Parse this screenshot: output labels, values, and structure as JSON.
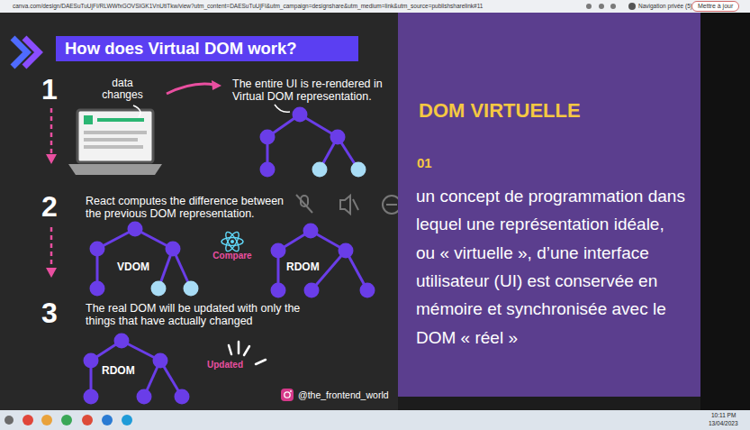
{
  "diagram": {
    "title": "How does Virtual DOM work?",
    "nodes": [
      {
        "text": [
          "Mettre à jour"
        ]
      },
      {
        "text": [
          "DOM VIRTUELLE",
          "01",
          "un concept de programmation dans lequel une représentation idéale, ou « virtuelle », d’une interface utilisateur (UI) est conservée en mémoire et synchronisée avec le DOM « réel »"
        ]
      }
    ],
    "labels": [
      "canva.com/design/DAESuTuUjFI/RLWWfxGOVSIGK1VnUtiTkw/view?utm_content=DAESuTuUjFI&utm_campaign=designshare&utm_medium=link&utm_source=publishsharelink#11",
      "Navigation privée (5)",
      "1",
      "data changes",
      "The entire UI is re-rendered in Virtual DOM representation.",
      "2",
      "React computes the difference between the previous DOM representation.",
      "VDOM",
      "Compare",
      "RDOM",
      "3",
      "The real DOM will be updated with only the things that have actually changed",
      "RDOM",
      "Updated",
      "@the_frontend_world",
      "10:11 PM",
      "13/04/2023"
    ]
  }
}
